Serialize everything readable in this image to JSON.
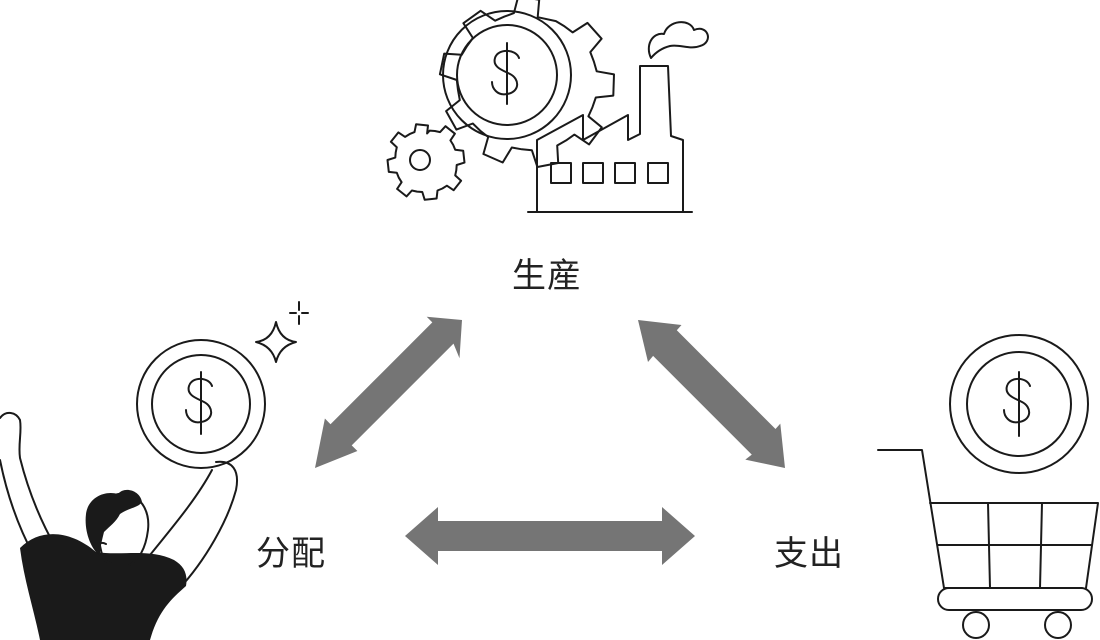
{
  "nodes": {
    "production": {
      "label": "生産",
      "icon": "factory-gears-dollar-icon"
    },
    "distribution": {
      "label": "分配",
      "icon": "person-holding-coin-icon"
    },
    "expenditure": {
      "label": "支出",
      "icon": "shopping-cart-coin-icon"
    }
  },
  "links": [
    {
      "from": "distribution",
      "to": "production",
      "kind": "double-arrow"
    },
    {
      "from": "production",
      "to": "expenditure",
      "kind": "double-arrow"
    },
    {
      "from": "distribution",
      "to": "expenditure",
      "kind": "double-arrow"
    }
  ],
  "colors": {
    "arrow": "#757575",
    "line": "#1a1a1a",
    "text": "#222222"
  }
}
